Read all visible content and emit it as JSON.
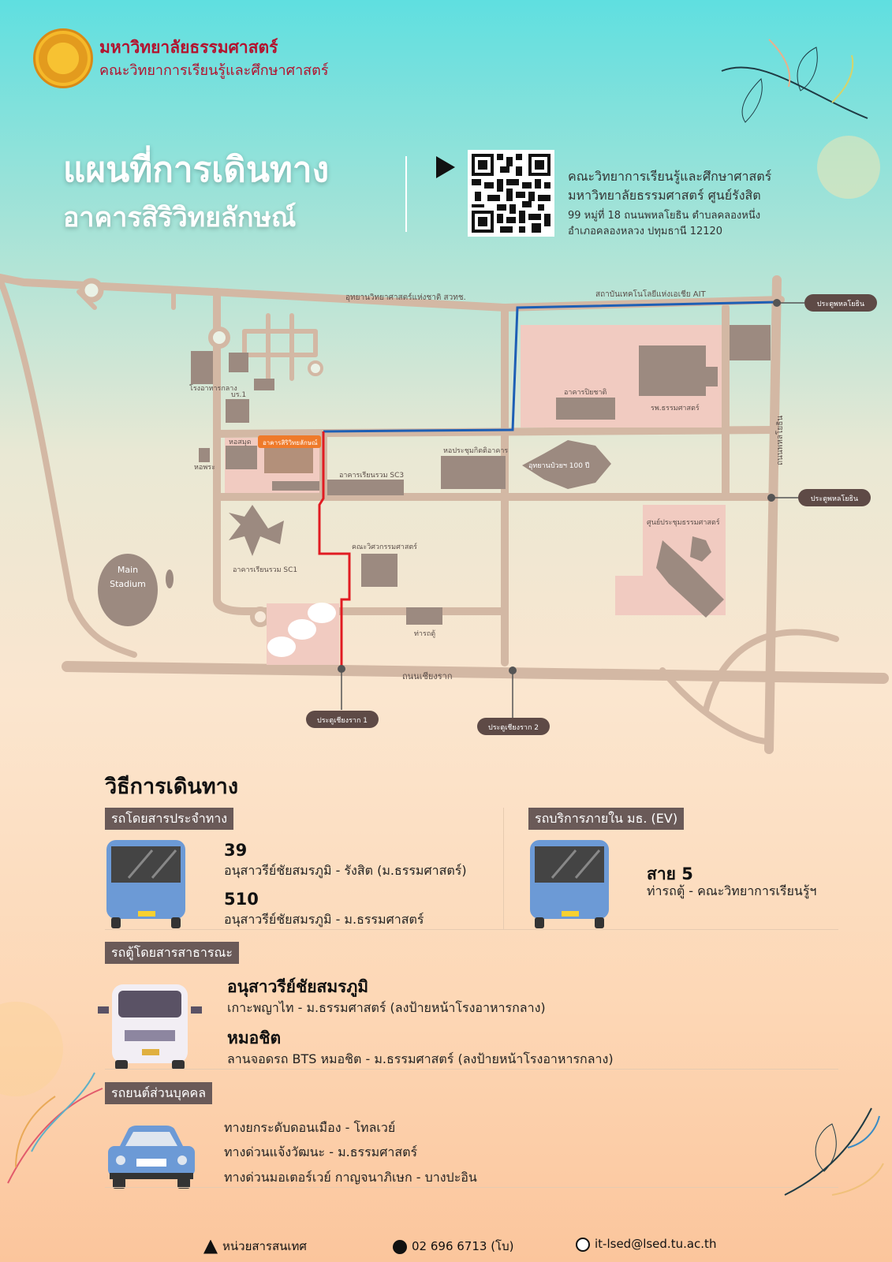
{
  "header": {
    "university": "มหาวิทยาลัยธรรมศาสตร์",
    "faculty": "คณะวิทยาการเรียนรู้และศึกษาศาสตร์",
    "title_line1": "แผนที่การเดินทาง",
    "title_line2": "อาคารสิริวิทยลักษณ์",
    "address_line1": "คณะวิทยาการเรียนรู้และศึกษาศาสตร์",
    "address_line2": "มหาวิทยาลัยธรรมศาสตร์ ศูนย์รังสิต",
    "address_line3": "99 หมู่ที่ 18 ถนนพหลโยธิน ตำบลคลองหนึ่ง",
    "address_line4": "อำเภอคลองหลวง ปทุมธานี 12120"
  },
  "map": {
    "road_top": "อุทยานวิทยาศาสตร์แห่งชาติ สวทช.",
    "road_top_right": "สถาบันเทคโนโลยีแห่งเอเชีย AIT",
    "gate_phahon_top": "ประตูพหลโยธิน",
    "gate_phahon_mid": "ประตูพหลโยธิน",
    "road_phahon": "ถนนพหลโยธิน",
    "canteen": "โรงอาหารกลาง",
    "br1": "บร.1",
    "library": "หอสมุด",
    "building_target": "อาคารสิริวิทยลักษณ์",
    "hopra": "หอพระ",
    "sc3": "อาคารเรียนรวม SC3",
    "hall": "หอประชุมกิตติอาคาร",
    "park": "อุทยานป๋วยฯ 100 ปี",
    "piyachart": "อาคารปิยชาติ",
    "hospital": "รพ.ธรรมศาสตร์",
    "convention": "ศูนย์ประชุมธรรมศาสตร์",
    "sc1": "อาคารเรียนรวม SC1",
    "engineering": "คณะวิศวกรรมศาสตร์",
    "van_stop": "ท่ารถตู้",
    "stadium_line1": "Main",
    "stadium_line2": "Stadium",
    "road_chiangrak": "ถนนเชียงราก",
    "gate_chiangrak1": "ประตูเชียงราก 1",
    "gate_chiangrak2": "ประตูเชียงราก 2"
  },
  "travel": {
    "heading": "วิธีการเดินทาง",
    "bus_tag": "รถโดยสารประจำทาง",
    "bus1_no": "39",
    "bus1_route": "อนุสาวรีย์ชัยสมรภูมิ - รังสิต (ม.ธรรมศาสตร์)",
    "bus2_no": "510",
    "bus2_route": "อนุสาวรีย์ชัยสมรภูมิ - ม.ธรรมศาสตร์",
    "ev_tag": "รถบริการภายใน มธ. (EV)",
    "ev_line": "สาย 5",
    "ev_route": "ท่ารถตู้ - คณะวิทยาการเรียนรู้ฯ",
    "van_tag": "รถตู้โดยสารสาธารณะ",
    "van1_title": "อนุสาวรีย์ชัยสมรภูมิ",
    "van1_route": "เกาะพญาไท - ม.ธรรมศาสตร์ (ลงป้ายหน้าโรงอาหารกลาง)",
    "van2_title": "หมอชิต",
    "van2_route": "ลานจอดรถ BTS หมอชิต - ม.ธรรมศาสตร์ (ลงป้ายหน้าโรงอาหารกลาง)",
    "car_tag": "รถยนต์ส่วนบุคคล",
    "car1": "ทางยกระดับดอนเมือง - โทลเวย์",
    "car2": "ทางด่วนแจ้งวัฒนะ - ม.ธรรมศาสตร์",
    "car3": "ทางด่วนมอเตอร์เวย์ กาญจนาภิเษก - บางปะอิน"
  },
  "footer": {
    "unit": "หน่วยสารสนเทศ",
    "phone": "02 696 6713 (โบ)",
    "email": "it-lsed@lsed.tu.ac.th"
  },
  "colors": {
    "road": "#d3b8a4",
    "building": "#9c8a80",
    "zone": "#f1cbc1",
    "route_blue": "#1d5fb5",
    "route_red": "#e11b22",
    "tag_bg": "#6a5a58"
  }
}
